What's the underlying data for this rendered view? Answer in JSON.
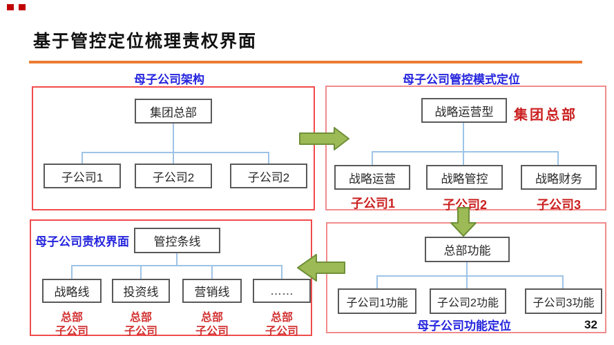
{
  "slide": {
    "title": "基于管控定位梳理责权界面",
    "page_number": "32",
    "colors": {
      "orange_rule": "#ED7D31",
      "panel_border_left": "#F24B4B",
      "panel_border_right": "#F28B8B",
      "blue_label": "#2424DE",
      "red_text": "#CB2020",
      "green_arrow_fill": "#9CBA55",
      "green_arrow_stroke": "#6F8F38",
      "connector_blue": "#9DC3E6",
      "node_border": "#595959",
      "bullet_red": "#C00000"
    }
  },
  "panels": {
    "structure": {
      "label": "母子公司架构",
      "root": "集团总部",
      "children": [
        "子公司1",
        "子公司2",
        "子公司2"
      ]
    },
    "mode": {
      "label": "母子公司管控模式定位",
      "root": "战略运营型",
      "root_annotation": "集团总部",
      "children": [
        "战略运营",
        "战略管控",
        "战略财务"
      ],
      "child_annotations": [
        "子公司1",
        "子公司2",
        "子公司3"
      ]
    },
    "interface": {
      "label": "母子公司责权界面",
      "root": "管控条线",
      "children": [
        "战略线",
        "投资线",
        "营销线",
        "……"
      ],
      "annotation_top": [
        "总部",
        "总部",
        "总部",
        "总部"
      ],
      "annotation_bottom": [
        "子公司",
        "子公司",
        "子公司",
        "子公司"
      ]
    },
    "function": {
      "label": "母子公司功能定位",
      "root": "总部功能",
      "children": [
        "子公司1功能",
        "子公司2功能",
        "子公司3功能"
      ]
    }
  }
}
